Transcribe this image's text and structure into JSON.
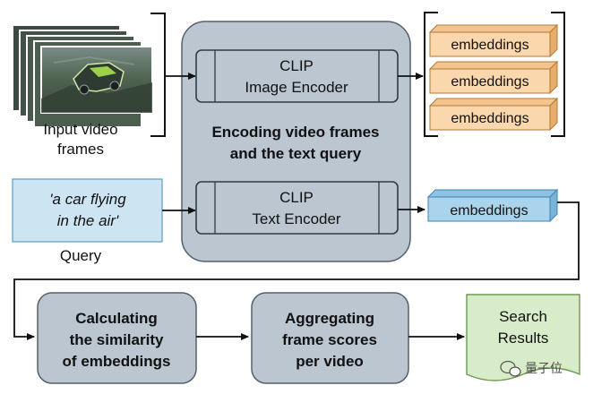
{
  "input": {
    "frames_label_line1": "Input video",
    "frames_label_line2": "frames"
  },
  "encoder_group": {
    "caption_line1": "Encoding video frames",
    "caption_line2": "and the text query",
    "image_encoder": {
      "line1": "CLIP",
      "line2": "Image Encoder"
    },
    "text_encoder": {
      "line1": "CLIP",
      "line2": "Text Encoder"
    }
  },
  "query": {
    "text_line1": "'a car flying",
    "text_line2": "in the air'",
    "label": "Query"
  },
  "image_embeddings": [
    "embeddings",
    "embeddings",
    "embeddings"
  ],
  "text_embedding": "embeddings",
  "steps": {
    "similarity": {
      "line1": "Calculating",
      "line2": "the similarity",
      "line3": "of embeddings"
    },
    "aggregate": {
      "line1": "Aggregating",
      "line2": "frame scores",
      "line3": "per video"
    },
    "results": {
      "line1": "Search",
      "line2": "Results"
    }
  },
  "watermark": "量子位",
  "colors": {
    "gray_box": "#bcc6d0",
    "orange_box": "#fad7ac",
    "blue_box": "#a9d4ec",
    "query_box": "#cde4f3",
    "results_box": "#d9ecca"
  }
}
